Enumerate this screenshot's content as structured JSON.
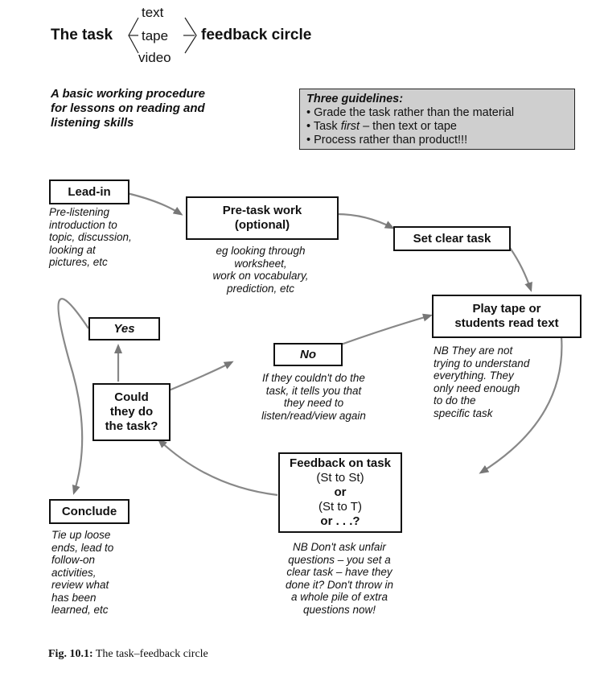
{
  "header": {
    "title_left": "The task",
    "title_right": "feedback circle",
    "options": [
      "text",
      "tape",
      "video"
    ]
  },
  "subtitle": [
    "A basic working procedure",
    "for lessons on reading and",
    "listening skills"
  ],
  "guidelines": {
    "heading": "Three guidelines:",
    "items": [
      "• Grade the task rather than the material",
      "• Task",
      "first",
      " – then text or tape",
      "• Process rather than product!!!"
    ]
  },
  "nodes": {
    "lead_in": "Lead-in",
    "pre_task": [
      "Pre-task work",
      "(optional)"
    ],
    "set_task": "Set clear task",
    "play_tape": [
      "Play tape or",
      "students read text"
    ],
    "feedback": [
      "Feedback on task",
      "(St to St)",
      "or",
      "(St to T)",
      "or . . .?"
    ],
    "could": [
      "Could",
      "they do",
      "the task?"
    ],
    "yes": "Yes",
    "no": "No",
    "conclude": "Conclude"
  },
  "notes": {
    "lead_in": [
      "Pre-listening",
      "introduction to",
      "topic, discussion,",
      "looking at",
      "pictures, etc"
    ],
    "pre_task": [
      "eg looking through",
      "worksheet,",
      "work on vocabulary,",
      "prediction, etc"
    ],
    "play_tape": [
      "NB They are not",
      "trying to understand",
      "everything. They",
      "only need enough",
      "to do the",
      "specific task"
    ],
    "no": [
      "If they couldn't do the",
      "task, it tells you that",
      "they need to",
      "listen/read/view again"
    ],
    "feedback": [
      "NB Don't ask unfair",
      "questions – you set a",
      "clear task – have they",
      "done it? Don't throw in",
      "a whole pile of extra",
      "questions now!"
    ],
    "conclude": [
      "Tie up loose",
      "ends, lead to",
      "follow-on",
      "activities,",
      "review what",
      "has been",
      "learned, etc"
    ]
  },
  "caption": {
    "label": "Fig. 10.1:",
    "text": " The task–feedback circle"
  }
}
